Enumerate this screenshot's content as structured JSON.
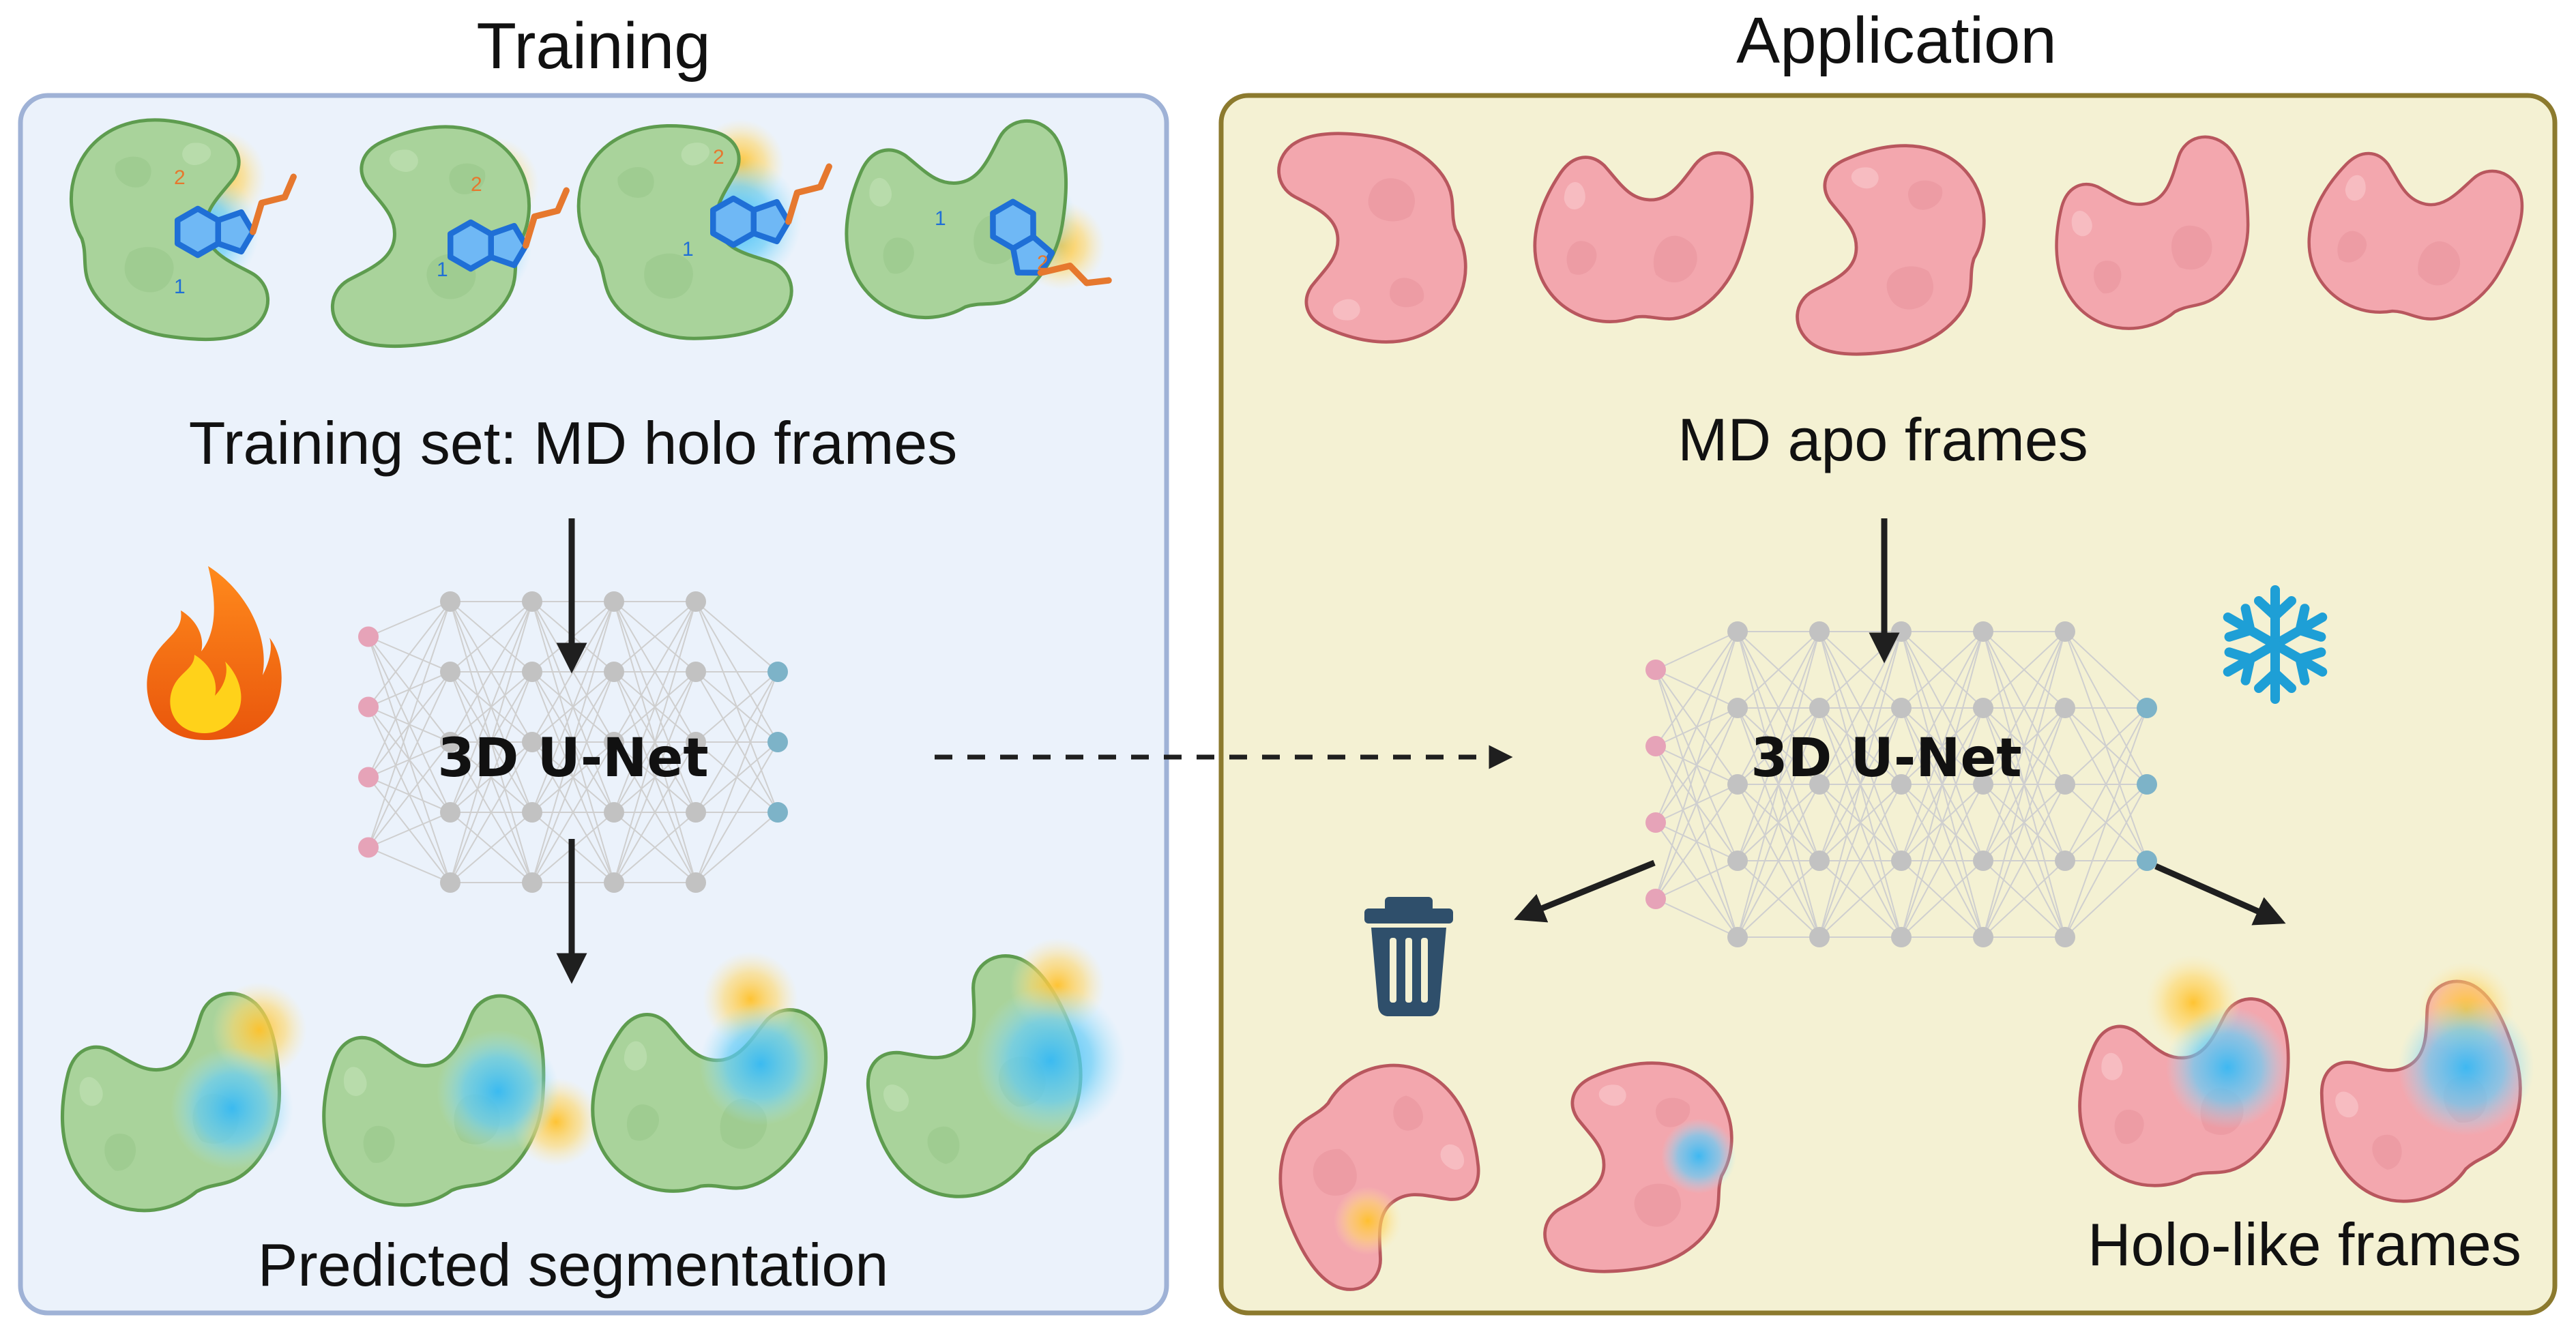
{
  "training": {
    "title": "Training",
    "input_caption": "Training set: MD holo frames",
    "network_label": "3D U-Net",
    "output_caption": "Predicted segmentation",
    "site_labels": [
      "1",
      "2"
    ]
  },
  "application": {
    "title": "Application",
    "input_caption": "MD apo frames",
    "network_label": "3D U-Net",
    "output_caption": "Holo-like frames"
  },
  "icons": {
    "training_state": "fire-icon",
    "application_state": "snowflake-icon",
    "discard": "trash-icon"
  },
  "colors": {
    "training_panel_bg": "#ebf2fb",
    "training_panel_border": "#9fb2d6",
    "application_panel_bg": "#f4f1d3",
    "application_panel_border": "#8c7a2e",
    "holo_protein_fill": "#a9d39b",
    "holo_protein_stroke": "#5e9c4f",
    "apo_protein_fill": "#f3a7ae",
    "apo_protein_stroke": "#b8575e",
    "ligand_blue": "#2f8ff0",
    "ligand_orange": "#e6782e",
    "pocket_glow_blue": "#4cc3f5",
    "pocket_glow_yellow": "#ffc42e",
    "input_node": "#e6a3b8",
    "hidden_node": "#c2c2c2",
    "output_node": "#7db3c8",
    "fire": "#f26a12",
    "snowflake": "#1e9fd6",
    "trash": "#2f4f6b"
  }
}
